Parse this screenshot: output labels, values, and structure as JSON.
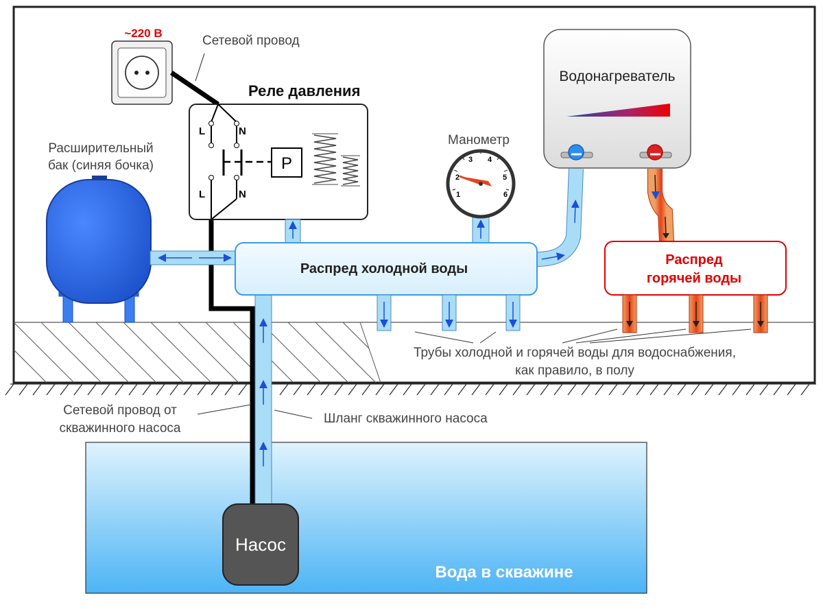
{
  "socket": {
    "voltage": "~220 В"
  },
  "labels": {
    "network_wire": "Сетевой провод",
    "pressure_relay": "Реле давления",
    "expansion_tank_line1": "Расширительный",
    "expansion_tank_line2": "бак (синяя бочка)",
    "manometer": "Манометр",
    "water_heater": "Водонагреватель",
    "cold_manifold": "Распред холодной воды",
    "hot_manifold_line1": "Распред",
    "hot_manifold_line2": "горячей воды",
    "pipes_line1": "Трубы холодной и горячей воды для водоснабжения,",
    "pipes_line2": "как правило, в полу",
    "pump_wire_line1": "Сетевой провод от",
    "pump_wire_line2": "скважинного насоса",
    "pump_hose": "Шланг скважинного насоса",
    "pump": "Насос",
    "well_water": "Вода в скважине"
  },
  "relay": {
    "l_top": "L",
    "n_top": "N",
    "l_bottom": "L",
    "n_bottom": "N",
    "p_box": "P"
  },
  "gauge": {
    "ticks": [
      "1",
      "2",
      "3",
      "4",
      "5",
      "6"
    ]
  },
  "colors": {
    "cold_pipe": "#a9dcf6",
    "hot_pipe": "#e8441a",
    "tank": "#1f5fe0",
    "well_water": "#4db4f5",
    "pump": "#555555",
    "hot_text": "#e00000"
  }
}
